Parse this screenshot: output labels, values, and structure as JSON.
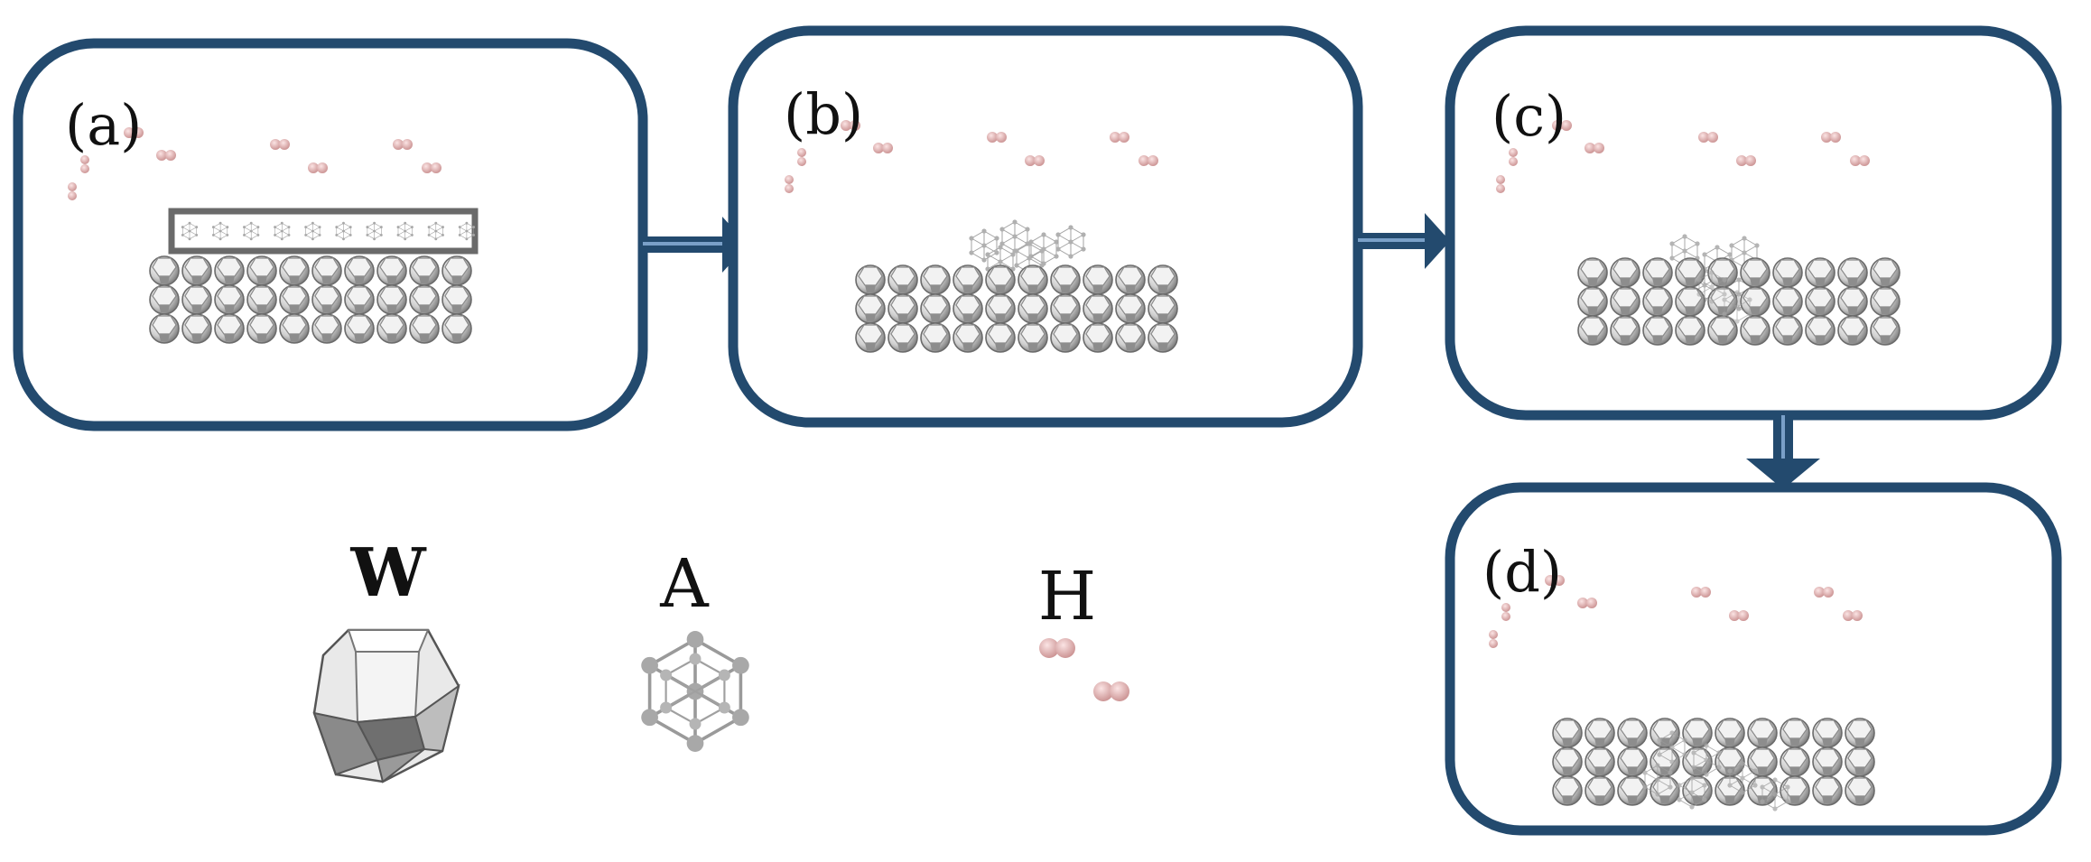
{
  "panels": [
    {
      "id": "a",
      "label": "(a)"
    },
    {
      "id": "b",
      "label": "(b)"
    },
    {
      "id": "c",
      "label": "(c)"
    },
    {
      "id": "d",
      "label": "(d)"
    }
  ],
  "legend": [
    {
      "id": "w",
      "label": "W"
    },
    {
      "id": "a",
      "label": "A"
    },
    {
      "id": "h",
      "label": "H"
    }
  ],
  "colors": {
    "frame": "#234a6e",
    "inner_frame": "#6a6a6a",
    "w_atom": "#d8d8d8",
    "w_atom_dark": "#7a7a7a",
    "a_cluster": "#a8a8a8",
    "h_atom": "#e8b6b6",
    "h_atom_dark": "#c98f8f"
  },
  "icons": [
    "tungsten-atom-icon",
    "a-cluster-icon",
    "hydrogen-molecule-icon",
    "arrow-right-icon",
    "arrow-down-icon"
  ]
}
